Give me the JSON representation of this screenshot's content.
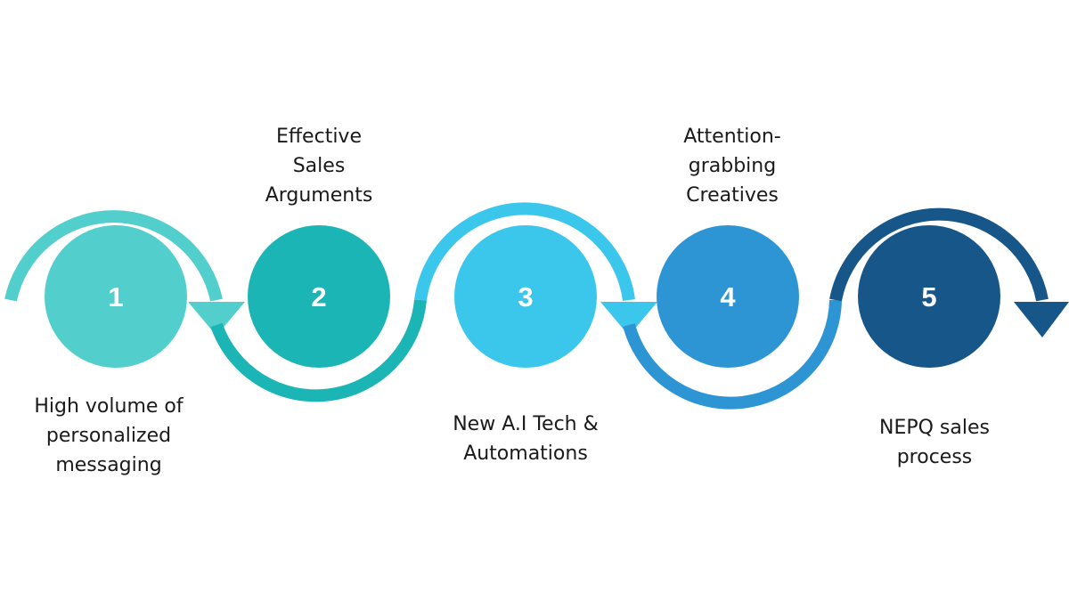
{
  "steps": [
    {
      "number": "1",
      "color": "#52CFCD",
      "lines": [
        "High volume of",
        "personalized",
        "messaging"
      ],
      "label_position": "below"
    },
    {
      "number": "2",
      "color": "#1BB5B5",
      "lines": [
        "Effective",
        "Sales",
        "Arguments"
      ],
      "label_position": "above"
    },
    {
      "number": "3",
      "color": "#3BC7EC",
      "lines": [
        "New A.I Tech &",
        "Automations"
      ],
      "label_position": "below"
    },
    {
      "number": "4",
      "color": "#2E95D5",
      "lines": [
        "Attention-",
        "grabbing",
        "Creatives"
      ],
      "label_position": "above"
    },
    {
      "number": "5",
      "color": "#175689",
      "lines": [
        "NEPQ sales",
        "process"
      ],
      "label_position": "below"
    }
  ],
  "arrows": [
    {
      "from": "1",
      "direction": "over",
      "color": "#52CFCD"
    },
    {
      "from": "2",
      "direction": "under",
      "color": "#1BB5B5"
    },
    {
      "from": "3",
      "direction": "over",
      "color": "#3BC7EC"
    },
    {
      "from": "4",
      "direction": "under",
      "color": "#2E95D5"
    },
    {
      "from": "5",
      "direction": "over",
      "color": "#175689"
    }
  ]
}
